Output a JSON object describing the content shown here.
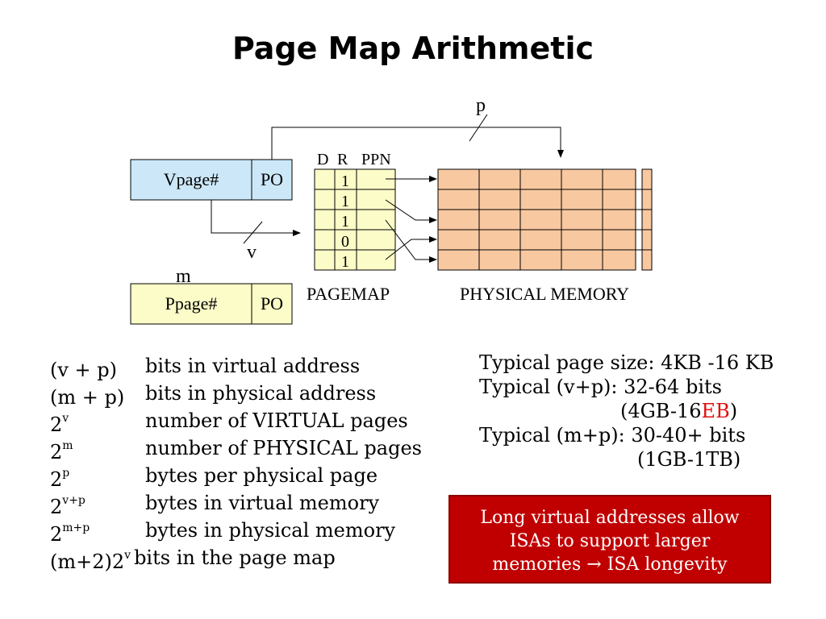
{
  "title": "Page Map Arithmetic",
  "diagram": {
    "vaddr": {
      "vpage": "Vpage#",
      "po": "PO"
    },
    "paddr": {
      "ppage": "Ppage#",
      "po": "PO"
    },
    "labels": {
      "p": "p",
      "v": "v",
      "m": "m"
    },
    "pagemap": {
      "headers": [
        "D",
        "R",
        "PPN"
      ],
      "r_bits": [
        "1",
        "1",
        "1",
        "0",
        "1"
      ],
      "caption": "PAGEMAP"
    },
    "memory_caption": "PHYSICAL MEMORY",
    "colors": {
      "vaddr_fill": "#cce8f8",
      "paddr_fill": "#fcfcc8",
      "pagemap_fill": "#fcfcc8",
      "memory_fill": "#f8c8a0"
    }
  },
  "definitions": [
    {
      "sym": "(v + p)",
      "sup": "",
      "desc": "bits in virtual address"
    },
    {
      "sym": "(m + p)",
      "sup": "",
      "desc": "bits in physical address"
    },
    {
      "sym": "2",
      "sup": "v",
      "desc": "number of VIRTUAL pages"
    },
    {
      "sym": "2",
      "sup": "m",
      "desc": "number of PHYSICAL pages"
    },
    {
      "sym": "2",
      "sup": "p",
      "desc": "bytes per physical page"
    },
    {
      "sym": "2",
      "sup": "v+p",
      "desc": "bytes in virtual memory"
    },
    {
      "sym": "2",
      "sup": "m+p",
      "desc": "bytes in physical memory"
    },
    {
      "sym": "(m+2)2",
      "sup": "v",
      "desc": "bits in the page map"
    }
  ],
  "typical": {
    "page_size": "Typical page size: 4KB -16 KB",
    "vp": "Typical (v+p): 32-64 bits",
    "vp_range_pre": "(4GB-16",
    "vp_range_red": "EB",
    "vp_range_post": ")",
    "mp": "Typical (m+p): 30-40+ bits",
    "mp_range": "(1GB-1TB)"
  },
  "callout": {
    "line1": "Long virtual addresses allow",
    "line2": "ISAs to support larger",
    "line3": "memories → ISA longevity"
  }
}
